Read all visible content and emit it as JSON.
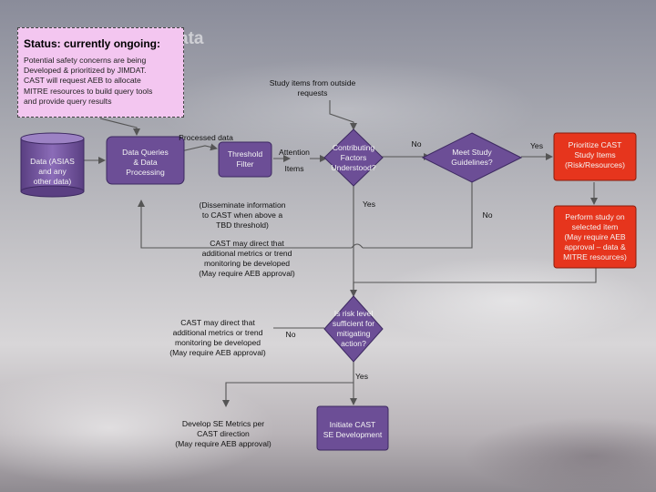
{
  "status": {
    "title": "Status: currently ongoing:",
    "body": [
      "Potential safety concerns are being",
      "Developed & prioritized by JIMDAT.",
      "CAST will request AEB to allocate",
      "MITRE resources to build query tools",
      "and provide query results"
    ]
  },
  "header_fragment": "ata",
  "nodes": {
    "data_store": [
      "Data (ASIAS",
      "and any",
      "other data)"
    ],
    "data_queries": [
      "Data Queries",
      "& Data",
      "Processing"
    ],
    "threshold_filter": [
      "Threshold",
      "Filter"
    ],
    "attention_items": [
      "Attention",
      "Items"
    ],
    "contributing_factors": [
      "Contributing",
      "Factors",
      "Understood?"
    ],
    "meet_guidelines": [
      "Meet Study",
      "Guidelines?"
    ],
    "prioritize": [
      "Prioritize CAST",
      "Study Items",
      "(Risk/Resources)"
    ],
    "perform_study": [
      "Perform study on",
      "selected item",
      "(May require AEB",
      "approval – data &",
      "MITRE resources)"
    ],
    "risk_level": [
      "Is risk level",
      "sufficient for",
      "mitigating",
      "action?"
    ],
    "initiate_cast": [
      "Initiate CAST",
      "SE Development"
    ]
  },
  "labels": {
    "study_items_outside": [
      "Study items from outside",
      "requests"
    ],
    "processed_data": "Processed data",
    "disseminate": [
      "(Disseminate information",
      "to CAST when above a",
      "TBD threshold)"
    ],
    "cast_direct_1": [
      "CAST may direct that",
      "additional metrics or trend",
      "monitoring be developed",
      "(May require AEB approval)"
    ],
    "cast_direct_2": [
      "CAST may direct that",
      "additional metrics or trend",
      "monitoring be developed",
      "(May require AEB approval)"
    ],
    "develop_se": [
      "Develop SE Metrics per",
      "CAST direction",
      "(May require AEB approval)"
    ],
    "yes_contrib": "Yes",
    "no_contrib": "No",
    "yes_meet": "Yes",
    "no_meet": "No",
    "no_risk": "No",
    "yes_risk": "Yes"
  },
  "colors": {
    "status_box": "#f3c6f0",
    "process_box": "#6c4e96",
    "decision": "#6c4e96",
    "database": "#6c4e96",
    "action_box": "#e6351d",
    "connector": "#555555"
  }
}
